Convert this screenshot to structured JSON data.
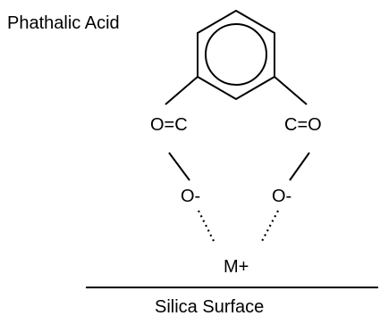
{
  "title": "Phathalic Acid",
  "left_carbonyl": "O=C",
  "right_carbonyl": "C=O",
  "left_oxygen": "O-",
  "right_oxygen": "O-",
  "metal_ion": "M+",
  "surface_label": "Silica Surface",
  "colors": {
    "ink": "#000000",
    "background": "#ffffff"
  }
}
